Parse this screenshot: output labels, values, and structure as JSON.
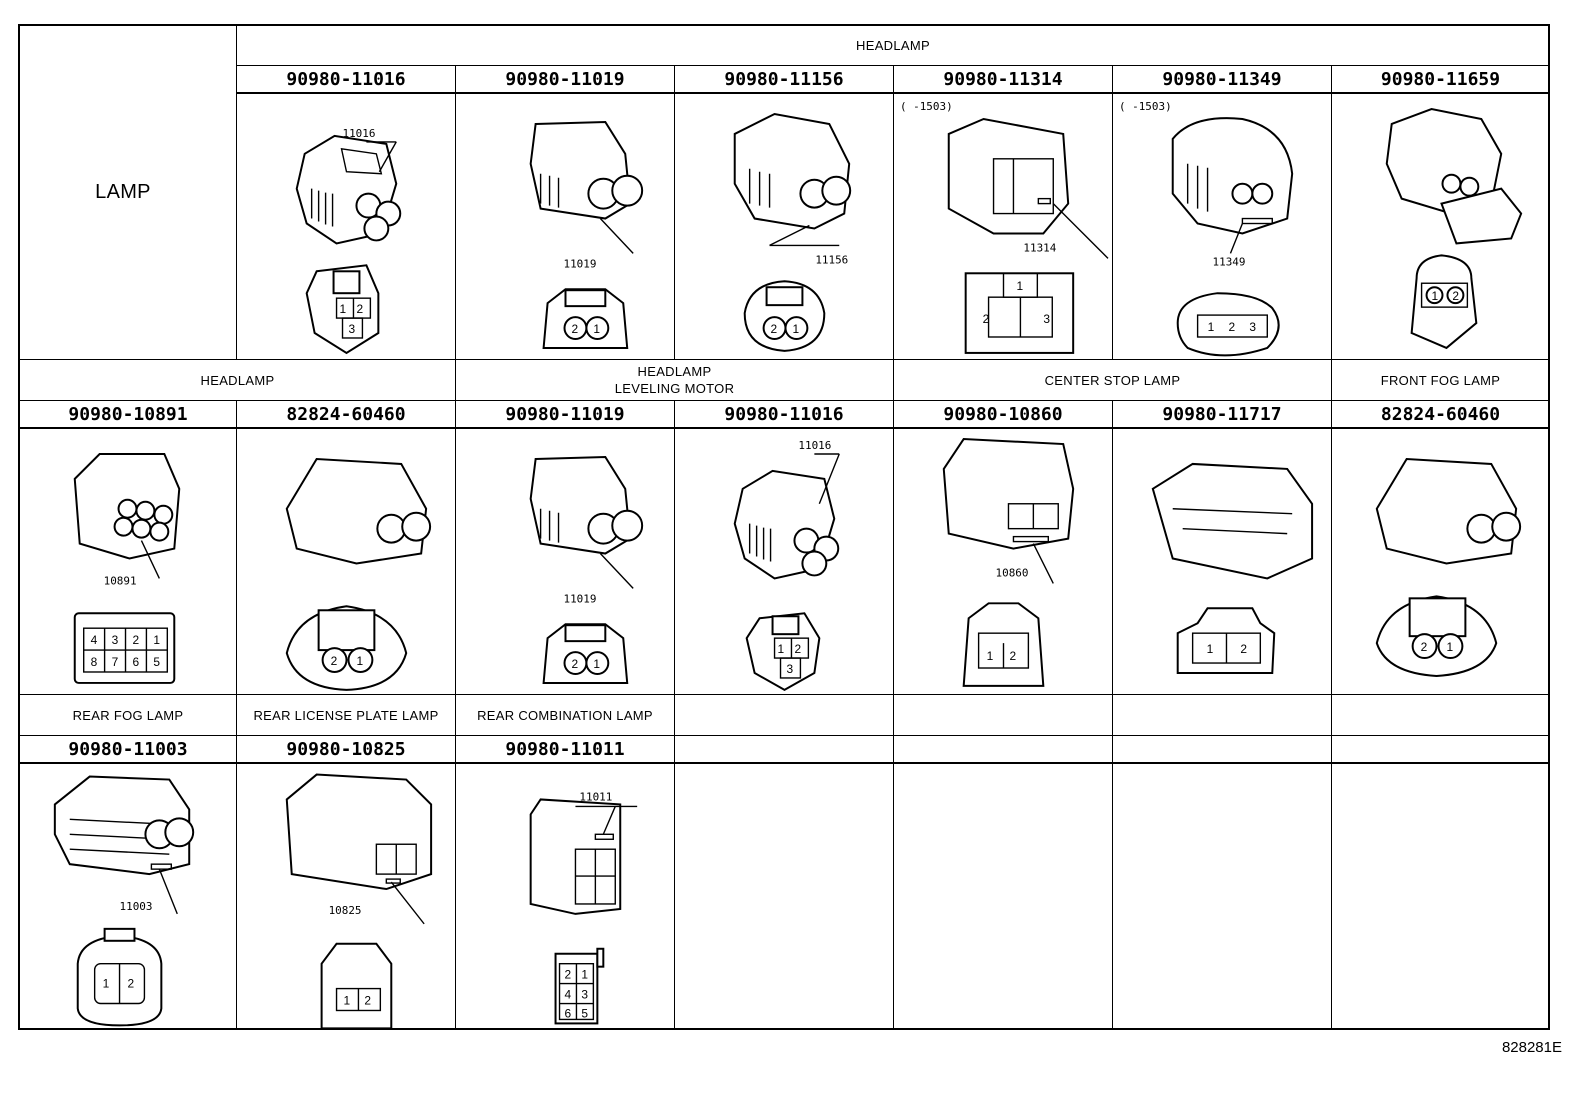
{
  "lamp_label": "LAMP",
  "diagram_id": "828281E",
  "row1": {
    "header": "HEADLAMP",
    "cells": [
      {
        "part": "90980-11016",
        "callout": "11016",
        "pins": [
          "1",
          "2",
          "3"
        ]
      },
      {
        "part": "90980-11019",
        "callout": "11019",
        "pins": [
          "2",
          "1"
        ]
      },
      {
        "part": "90980-11156",
        "callout": "11156",
        "pins": [
          "2",
          "1"
        ]
      },
      {
        "part": "90980-11314",
        "callout": "11314",
        "note": "(      -1503)",
        "pins": [
          "1",
          "2",
          "3"
        ]
      },
      {
        "part": "90980-11349",
        "callout": "11349",
        "note": "(      -1503)",
        "pins": [
          "1",
          "2",
          "3"
        ]
      },
      {
        "part": "90980-11659",
        "callout": "",
        "pins": [
          "1",
          "2"
        ]
      }
    ]
  },
  "row2": {
    "headers": [
      "HEADLAMP",
      "HEADLAMP LEVELING MOTOR",
      "CENTER STOP LAMP",
      "FRONT FOG LAMP"
    ],
    "header_line1": "HEADLAMP",
    "header_line2": "LEVELING MOTOR",
    "cells": [
      {
        "part": "90980-10891",
        "callout": "10891",
        "pins": [
          "4",
          "3",
          "2",
          "1",
          "8",
          "7",
          "6",
          "5"
        ]
      },
      {
        "part": "82824-60460",
        "callout": "",
        "pins": [
          "2",
          "1"
        ]
      },
      {
        "part": "90980-11019",
        "callout": "11019",
        "pins": [
          "2",
          "1"
        ]
      },
      {
        "part": "90980-11016",
        "callout": "11016",
        "pins": [
          "1",
          "2",
          "3"
        ]
      },
      {
        "part": "90980-10860",
        "callout": "10860",
        "pins": [
          "1",
          "2"
        ]
      },
      {
        "part": "90980-11717",
        "callout": "",
        "pins": [
          "1",
          "2"
        ]
      },
      {
        "part": "82824-60460",
        "callout": "",
        "pins": [
          "2",
          "1"
        ]
      }
    ]
  },
  "row3": {
    "headers": [
      "REAR FOG LAMP",
      "REAR LICENSE PLATE LAMP",
      "REAR COMBINATION LAMP"
    ],
    "cells": [
      {
        "part": "90980-11003",
        "callout": "11003",
        "pins": [
          "1",
          "2"
        ]
      },
      {
        "part": "90980-10825",
        "callout": "10825",
        "pins": [
          "1",
          "2"
        ]
      },
      {
        "part": "90980-11011",
        "callout": "11011",
        "pins": [
          "2",
          "1",
          "4",
          "3",
          "6",
          "5"
        ]
      }
    ]
  }
}
